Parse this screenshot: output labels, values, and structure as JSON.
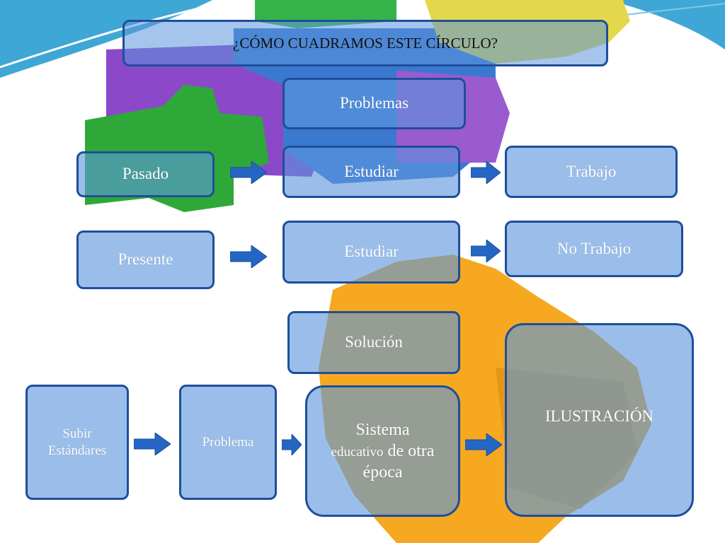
{
  "title": "¿CÓMO CUADRAMOS ESTE CÍRCULO?",
  "problems_label": "Problemas",
  "rows": {
    "past": {
      "label": "Pasado",
      "middle": "Estudiar",
      "result": "Trabajo"
    },
    "present": {
      "label": "Presente",
      "middle": "Estudiar",
      "result": "No Trabajo"
    }
  },
  "solution_label": "Solución",
  "bottom": {
    "step1": "Subir Estándares",
    "step2": "Problema",
    "step3_line1": "Sistema",
    "step3_line2a": "educativo",
    "step3_line2b": " de otra",
    "step3_line3": "época",
    "step4": "ILUSTRACIÓN"
  },
  "colors": {
    "box_fill": "#5c96dc",
    "box_border": "#1f4e9a",
    "arrow": "#2566c4"
  }
}
